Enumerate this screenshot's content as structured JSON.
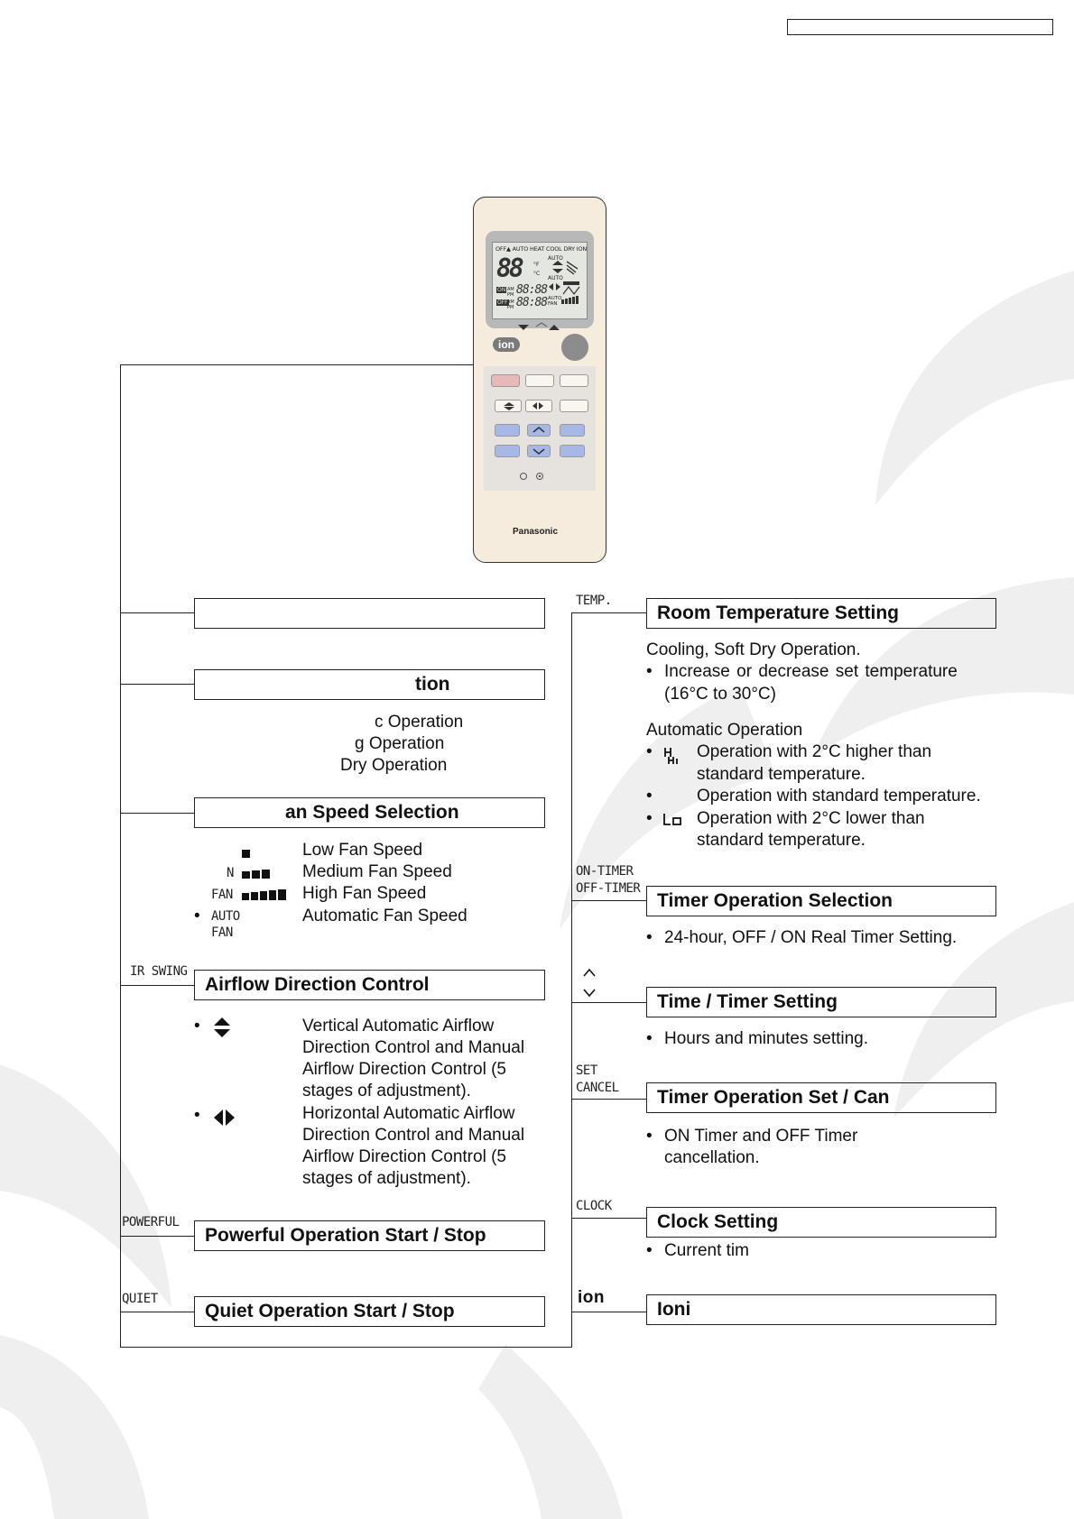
{
  "left": {
    "box1": {
      "title": ""
    },
    "box2": {
      "title": "tion",
      "items": [
        "c Operation",
        "g Operation",
        "Dry Operation"
      ]
    },
    "box3": {
      "title": "an Speed Selection",
      "items": [
        {
          "icon": "low-fan-icon",
          "label": "Low Fan Speed"
        },
        {
          "prefix": "N",
          "icon": "medium-fan-icon",
          "label": "Medium Fan Speed"
        },
        {
          "prefix": "FAN",
          "icon": "high-fan-icon",
          "label": "High Fan Speed"
        },
        {
          "prefix": "AUTO",
          "prefix2": "FAN",
          "label": "Automatic Fan Speed"
        }
      ]
    },
    "box4": {
      "tag": "IR SWING",
      "title": "Airflow Direction Control",
      "items": [
        {
          "icon": "vertical-airflow-icon",
          "lines": [
            "Vertical Automatic Airflow",
            "Direction Control and Manual",
            "Airflow Direction Control (5",
            "stages of adjustment)."
          ]
        },
        {
          "icon": "horizontal-airflow-icon",
          "lines": [
            "Horizontal Automatic Airflow",
            "Direction Control and Manual",
            "Airflow Direction Control (5",
            "stages of adjustment)."
          ]
        }
      ]
    },
    "box5": {
      "tag": "POWERFUL",
      "title": "Powerful Operation Start / Stop"
    },
    "box6": {
      "tag": "QUIET",
      "title": "Quiet Operation Start / Stop"
    }
  },
  "right": {
    "box1": {
      "tag": "TEMP.",
      "title": "Room Temperature Setting",
      "intro": "Cooling, Soft Dry Operation.",
      "bullet1": [
        "Increase  or  decrease  set  temperature",
        "(16°C to 30°C)"
      ],
      "auto_title": "Automatic Operation",
      "auto_items": [
        {
          "icon": "hi-icon",
          "lines": [
            "Operation with 2°C higher than",
            "standard temperature."
          ]
        },
        {
          "lines": [
            "Operation with standard temperature."
          ]
        },
        {
          "icon": "lo-icon",
          "lines": [
            "Operation with 2°C lower than",
            "standard temperature."
          ]
        }
      ]
    },
    "box2": {
      "tag1": "ON-TIMER",
      "tag2": "OFF-TIMER",
      "title": "Timer Operation Selection",
      "bullet": "24-hour, OFF / ON Real Timer Setting."
    },
    "box3": {
      "title": "Time / Timer Setting",
      "bullet": "Hours and minutes setting."
    },
    "box4": {
      "tag1": "SET",
      "tag2": "CANCEL",
      "title": "Timer Operation Set / Can",
      "bullet": [
        "ON Timer and OFF Timer",
        "cancellation."
      ]
    },
    "box5": {
      "tag": "CLOCK",
      "title": "Clock Setting",
      "bullet": "Current tim"
    },
    "box6": {
      "tag": "ion",
      "title": "Ioni"
    }
  },
  "remote": {
    "lcd_modes": "OFF▲ AUTO HEAT COOL DRY  ION",
    "lcd_temp": "88",
    "lcd_unit_f": "°F",
    "lcd_unit_c": "°C",
    "lcd_auto1": "AUTO",
    "lcd_auto2": "AUTO",
    "lcd_on": "ON",
    "lcd_off": "OFF",
    "lcd_ampm": "AM PM",
    "lcd_clock1": "88:88",
    "lcd_clock2": "88:88",
    "lcd_autofan": "AUTO FAN",
    "ion_label": "ion",
    "brand": "Panasonic"
  }
}
